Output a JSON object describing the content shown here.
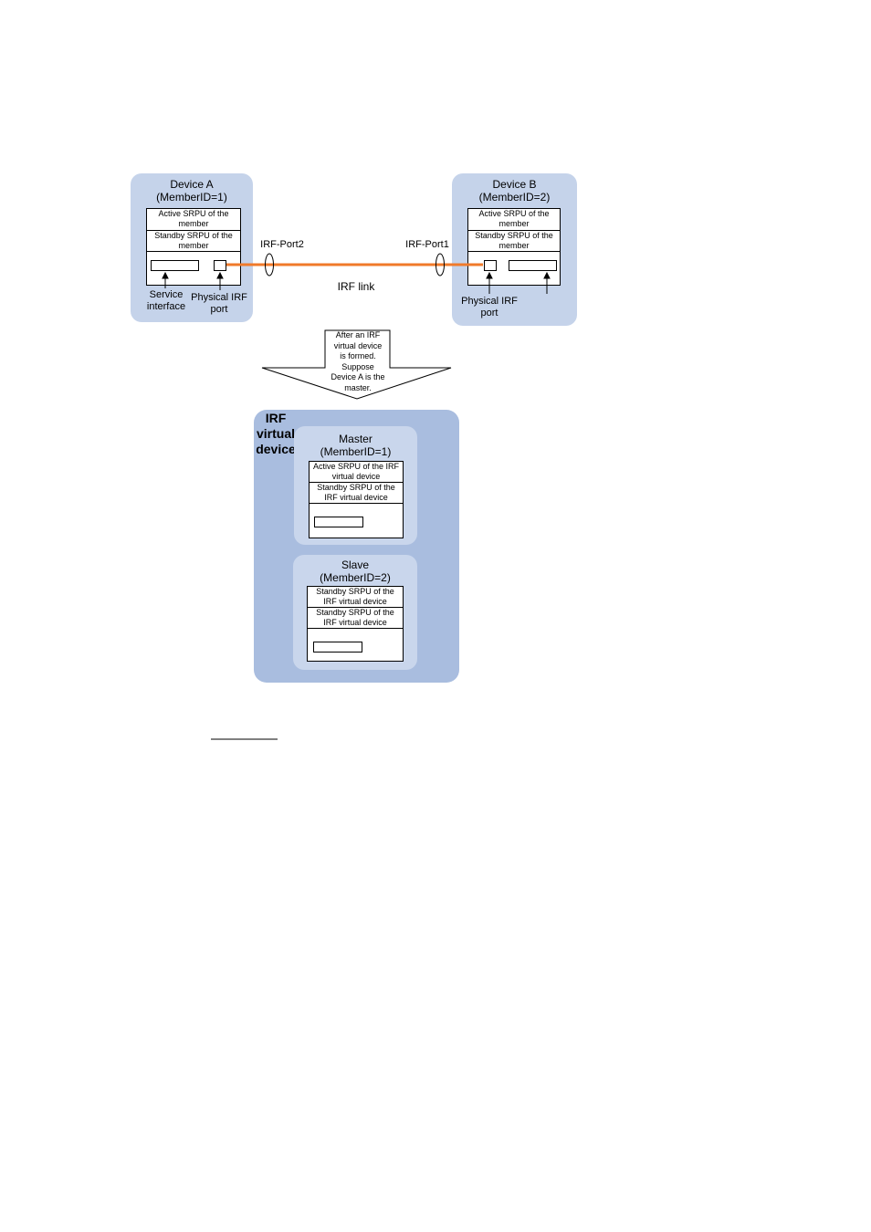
{
  "device_a": {
    "title": "Device A\n(MemberID=1)",
    "active_row": "Active SRPU of the\nmember",
    "standby_row": "Standby SRPU of the\nmember",
    "service_label": "Service\ninterface",
    "port_label": "Physical IRF\nport"
  },
  "device_b": {
    "title": "Device B\n(MemberID=2)",
    "active_row": "Active SRPU of the\nmember",
    "standby_row": "Standby SRPU of the\nmember",
    "port_label": "Physical IRF\nport"
  },
  "link": {
    "port_a": "IRF-Port2",
    "port_b": "IRF-Port1",
    "label": "IRF link",
    "color": "#f07a2a"
  },
  "transition_note": "After an IRF\nvirtual device\nis formed.\nSuppose\nDevice A is the\nmaster.",
  "virtual_device": {
    "title": "IRF\nvirtual\ndevice",
    "master": {
      "title": "Master\n(MemberID=1)",
      "active_row": "Active SRPU of the IRF\nvirtual device",
      "standby_row": "Standby SRPU of the\nIRF virtual device"
    },
    "slave": {
      "title": "Slave\n(MemberID=2)",
      "row1": "Standby SRPU of the\nIRF virtual device",
      "row2": "Standby SRPU of the\nIRF virtual device"
    }
  },
  "colors": {
    "panel_light": "#c5d3ea",
    "panel_dark": "#a9bddf",
    "link": "#f07a2a"
  }
}
